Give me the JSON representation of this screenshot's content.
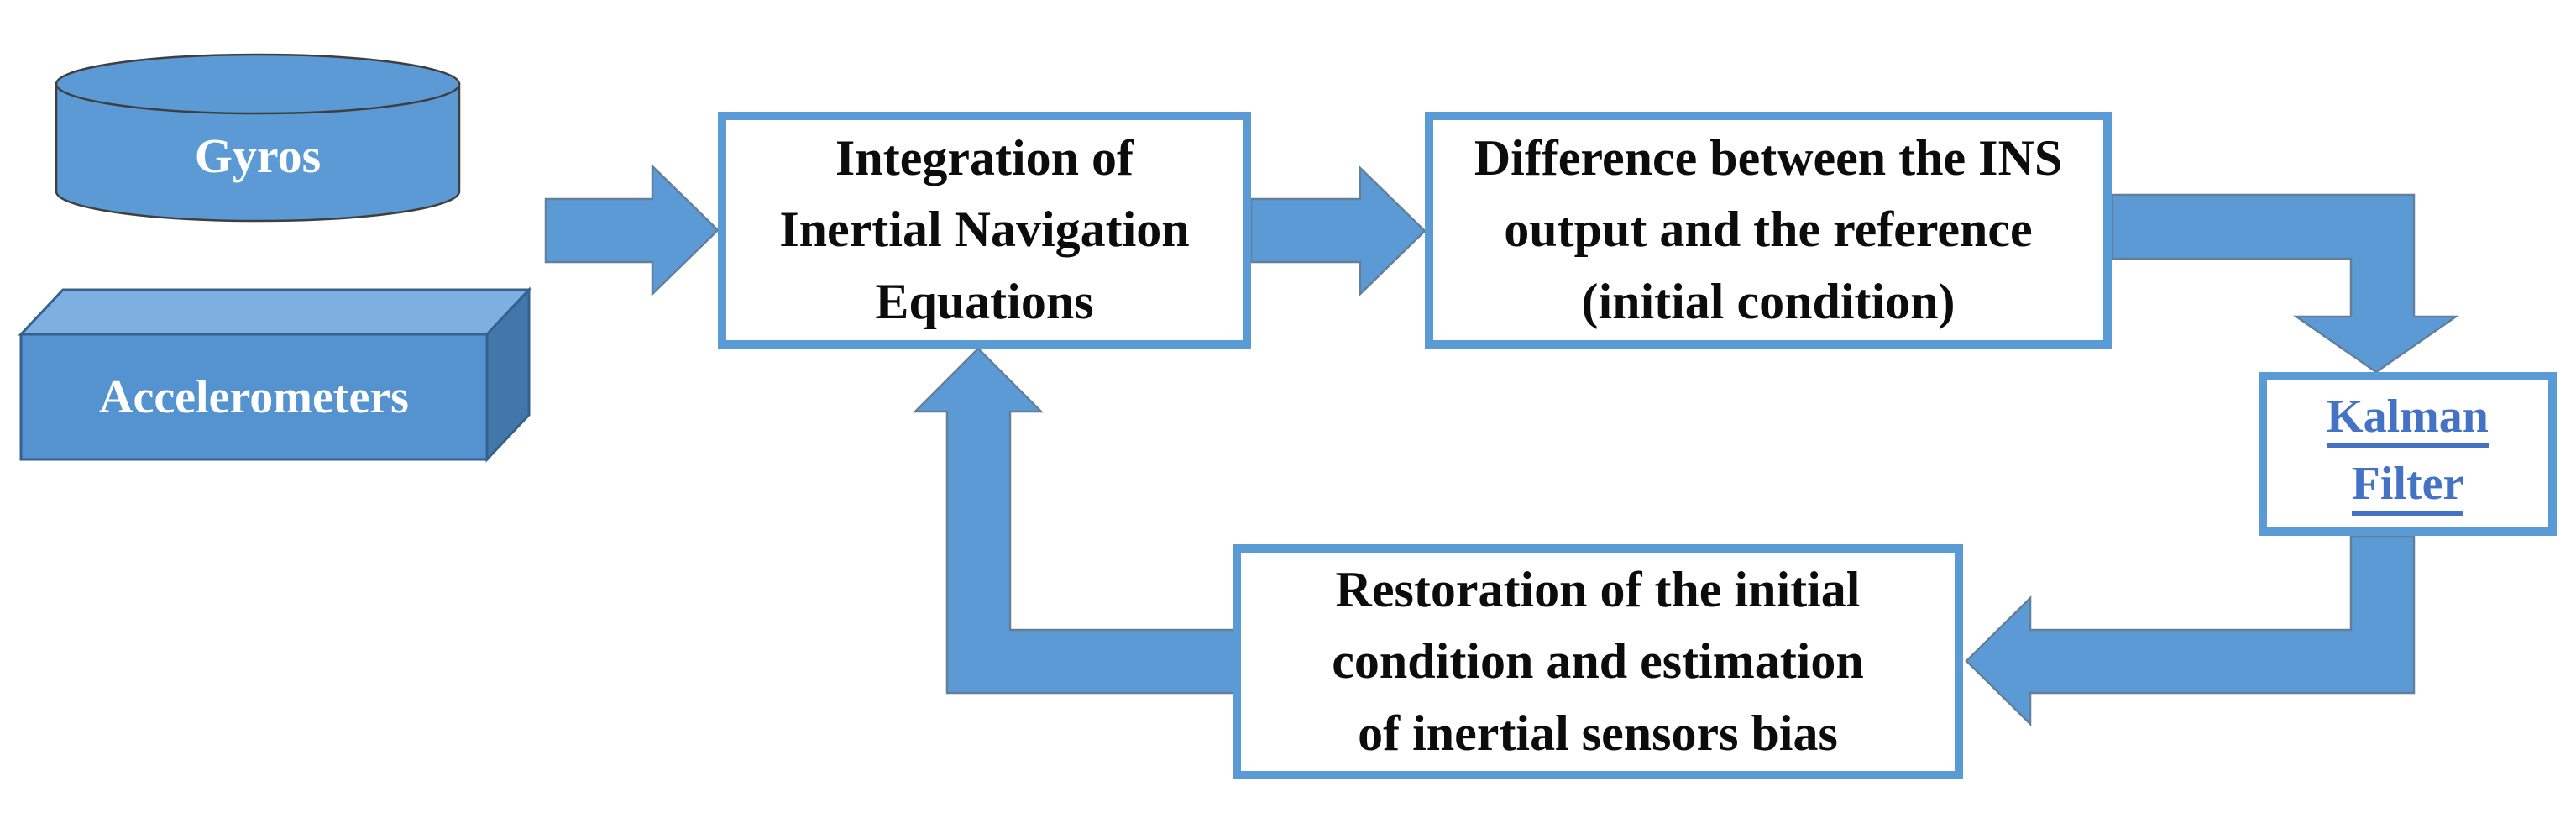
{
  "diagram": {
    "description_nodes": {
      "gyros": {
        "label": "Gyros"
      },
      "accelerometers": {
        "label": "Accelerometers"
      },
      "integration": {
        "lines": [
          "Integration of",
          "Inertial Navigation",
          "Equations"
        ]
      },
      "difference": {
        "lines": [
          "Difference between the INS",
          "output and the reference",
          "(initial condition)"
        ]
      },
      "kalman": {
        "lines": [
          "Kalman",
          "Filter"
        ]
      },
      "restoration": {
        "lines": [
          "Restoration of the initial",
          "condition and estimation",
          "of inertial sensors bias"
        ]
      }
    },
    "edges": [
      {
        "from": "gyros-and-accelerometers",
        "to": "integration"
      },
      {
        "from": "integration",
        "to": "difference"
      },
      {
        "from": "difference",
        "to": "kalman"
      },
      {
        "from": "kalman",
        "to": "restoration"
      },
      {
        "from": "restoration",
        "to": "integration"
      }
    ],
    "colors": {
      "arrow_fill": "#5b9ad5",
      "arrow_outline": "#647f9b",
      "box_border": "#5b9bd5",
      "node_text": "#0c0c0c",
      "kalman_text": "#4472c4",
      "cylinder_fill": "#5b9ad5",
      "cube_front": "#5493cf",
      "cube_top": "#7db0e0",
      "cube_side": "#4377a9",
      "shape_label_text": "#ffffff",
      "background": "#ffffff"
    }
  }
}
